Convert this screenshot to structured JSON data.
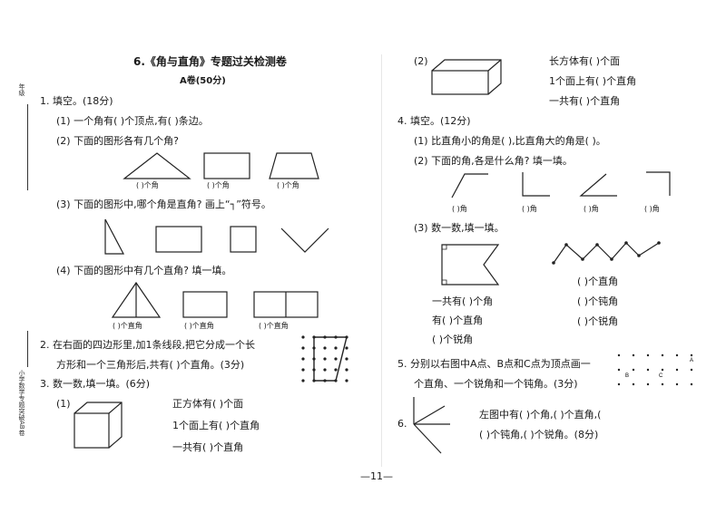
{
  "header": {
    "title": "6.《角与直角》专题过关检测卷",
    "subtitle": "A卷(50分)"
  },
  "margin": {
    "top_label": "年级",
    "bottom_label": "小学数学专题突破AB卷"
  },
  "left": {
    "q1": {
      "heading": "1. 填空。(18分)",
      "p1": "(1) 一个角有(    )个顶点,有(    )条边。",
      "p2": "(2) 下面的图形各有几个角?",
      "p2_blanks": [
        "(  )个角",
        "(  )个角",
        "(  )个角"
      ],
      "p3": "(3) 下面的图形中,哪个角是直角? 画上“┐”符号。",
      "p4": "(4) 下面的图形中有几个直角? 填一填。",
      "p4_blanks": [
        "(  )个直角",
        "(  )个直角",
        "(  )个直角"
      ]
    },
    "q2": {
      "line1": "2. 在右面的四边形里,加1条线段,把它分成一个长",
      "line2": "方形和一个三角形后,共有(    )个直角。(3分)"
    },
    "q3": {
      "heading": "3. 数一数,填一填。(6分)",
      "label": "(1)",
      "lines": [
        "正方体有(    )个面",
        "1个面上有(    )个直角",
        "一共有(    )个直角"
      ]
    }
  },
  "right": {
    "q3b": {
      "label": "(2)",
      "lines": [
        "长方体有(    )个面",
        "1个面上有(    )个直角",
        "一共有(    )个直角"
      ]
    },
    "q4": {
      "heading": "4. 填空。(12分)",
      "p1": "(1) 比直角小的角是(    ),比直角大的角是(    )。",
      "p2": "(2) 下面的角,各是什么角? 填一填。",
      "p2_blanks": [
        "(    )角",
        "(    )角",
        "(    )角",
        "(    )角"
      ],
      "p3": "(3) 数一数,填一填。",
      "left_lines": [
        "一共有(    )个角",
        "有(    )个直角",
        "(    )个锐角"
      ],
      "right_lines": [
        "(    )个直角",
        "(    )个钝角",
        "(    )个锐角"
      ]
    },
    "q5": {
      "line1": "5. 分别以右图中A点、B点和C点为顶点画一",
      "line2": "个直角、一个锐角和一个钝角。(3分)",
      "point_labels": [
        "A",
        "B",
        "C"
      ]
    },
    "q6": {
      "number": "6.",
      "line1": "左图中有(    )个角,(    )个直角,(",
      "line2": "(    )个钝角,(    )个锐角。(8分)"
    }
  },
  "footer": {
    "page_number": "—11—"
  }
}
